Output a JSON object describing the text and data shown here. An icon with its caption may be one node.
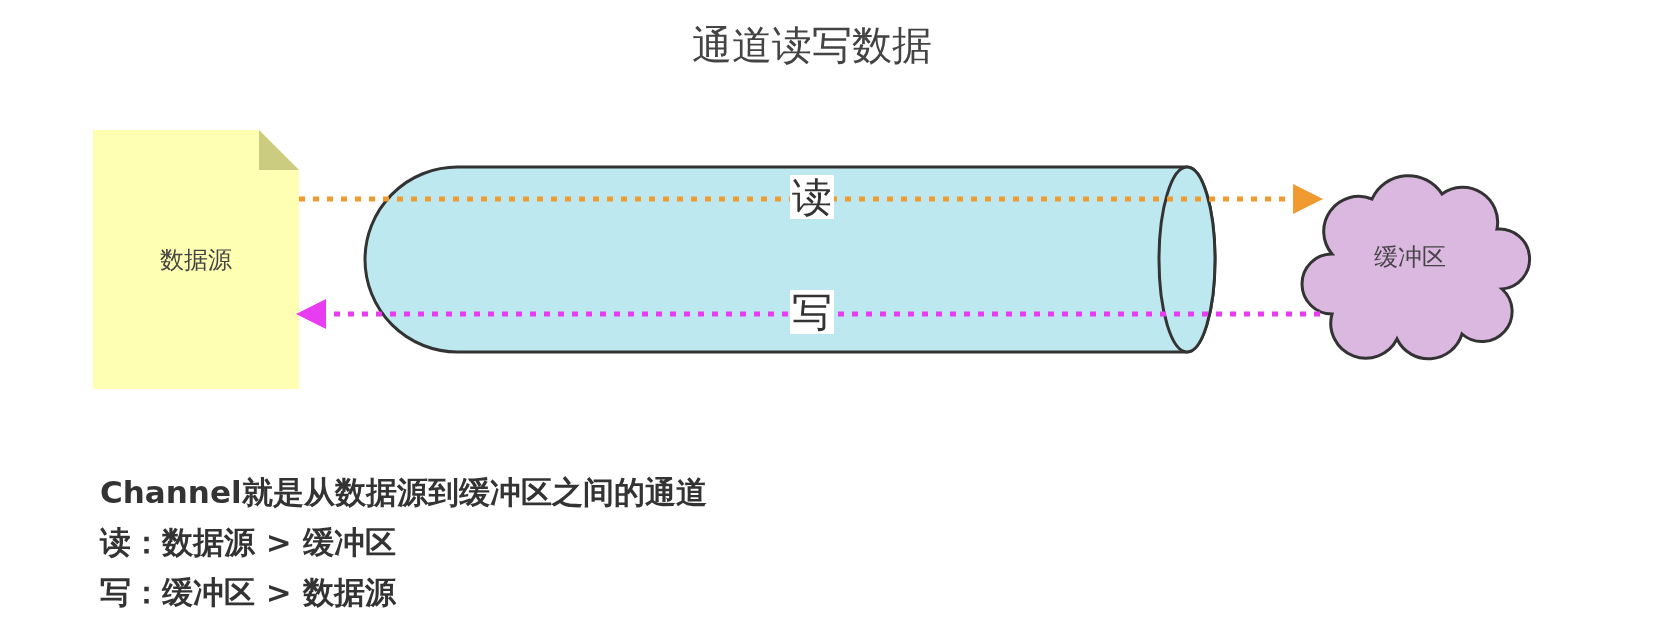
{
  "diagram": {
    "title": "通道读写数据",
    "nodes": [
      {
        "text": [
          "数据源"
        ]
      },
      {
        "text": [
          "缓冲区"
        ]
      }
    ],
    "edges": [
      {
        "from": 0,
        "to": 1,
        "arrow": "to",
        "label": "读",
        "style": "dashed",
        "color": "#f09a30"
      },
      {
        "from": 1,
        "to": 0,
        "arrow": "to",
        "label": "写",
        "style": "dashed",
        "color": "#e83cf0"
      }
    ],
    "labels": [
      "Channel就是从数据源到缓冲区之间的通道",
      "读：数据源 > 缓冲区",
      "写：缓冲区 > 数据源"
    ]
  }
}
